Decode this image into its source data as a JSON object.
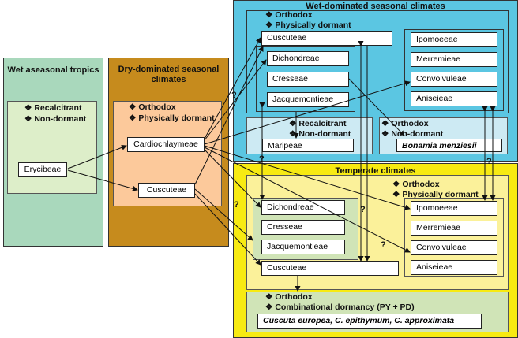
{
  "regions": {
    "wet_aseasonal": {
      "title": "Wet aseasonal tropics",
      "color": "#a9d8bc"
    },
    "dry_seasonal": {
      "title_line1": "Dry-dominated seasonal",
      "title_line2": "climates",
      "color": "#c68b1d"
    },
    "wet_seasonal": {
      "title": "Wet-dominated seasonal climates",
      "color": "#5bc6e2"
    },
    "temperate": {
      "title": "Temperate climates",
      "color": "#f7ea12"
    }
  },
  "bullet_glyph": "❖",
  "wet_aseasonal": {
    "traits": [
      "Recalcitrant",
      "Non-dormant"
    ],
    "boxes": {
      "erycibeae": "Erycibeae"
    }
  },
  "dry_seasonal": {
    "traits": [
      "Orthodox",
      "Physically dormant"
    ],
    "boxes": {
      "cardiochlaymeae": "Cardiochlaymeae",
      "cuscuteae": "Cuscuteae"
    }
  },
  "wet_seasonal": {
    "traits": [
      "Orthodox",
      "Physically dormant"
    ],
    "boxes": {
      "cuscuteae": "Cuscuteae",
      "dichondreae": "Dichondreae",
      "cresseae": "Cresseae",
      "jacquemontieae": "Jacquemontieae",
      "ipomoeeae": "Ipomoeeae",
      "merremieae": "Merremieae",
      "convolvuleae": "Convolvuleae",
      "aniseieae": "Aniseieae"
    },
    "maripeae_panel": {
      "traits": [
        "Recalcitrant",
        "Non-dormant"
      ],
      "box": "Maripeae"
    },
    "bonamia_panel": {
      "traits": [
        "Orthodox",
        "Non-dormant"
      ],
      "box": "Bonamia menziesii"
    }
  },
  "temperate": {
    "traits": [
      "Orthodox",
      "Physically dormant"
    ],
    "boxes": {
      "dichondreae": "Dichondreae",
      "cresseae": "Cresseae",
      "jacquemontieae": "Jacquemontieae",
      "ipomoeeae": "Ipomoeeae",
      "merremieae": "Merremieae",
      "convolvuleae": "Convolvuleae",
      "aniseieae": "Aniseieae",
      "cuscuteae": "Cuscuteae"
    },
    "bottom_panel": {
      "traits": [
        "Orthodox",
        "Combinational dormancy (PY + PD)"
      ],
      "species": "Cuscuta europea, C. epithymum, C. approximata"
    }
  },
  "uncertain_mark": "?"
}
